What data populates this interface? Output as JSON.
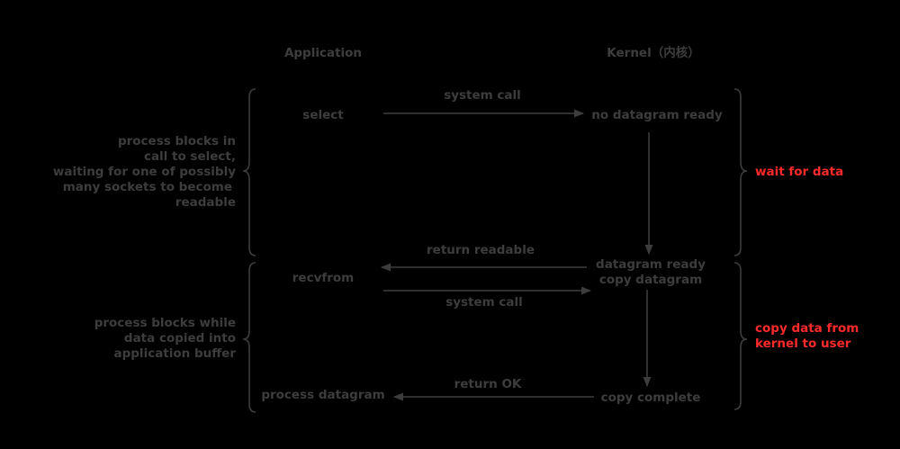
{
  "headers": {
    "application": "Application",
    "kernel": "Kernel（内核）"
  },
  "app_steps": {
    "select": "select",
    "recvfrom": "recvfrom",
    "process_datagram": "process datagram"
  },
  "kernel_states": {
    "no_datagram_ready": "no datagram ready",
    "datagram_ready": "datagram ready",
    "copy_datagram": "copy datagram",
    "copy_complete": "copy complete"
  },
  "arrow_labels": {
    "system_call_1": "system call",
    "return_readable": "return readable",
    "system_call_2": "system call",
    "return_ok": "return OK"
  },
  "left_notes": {
    "phase1": [
      "process blocks in",
      "call to select,",
      "waiting for one of possibly",
      "many sockets to become",
      "readable"
    ],
    "phase2": [
      "process blocks while",
      "data copied into",
      "application buffer"
    ]
  },
  "right_notes": {
    "phase1": [
      "wait for data"
    ],
    "phase2": [
      "copy data from",
      "kernel to user"
    ]
  },
  "colors": {
    "background": "#000000",
    "text": "#3d3d3d",
    "highlight": "#ff2a2a"
  }
}
